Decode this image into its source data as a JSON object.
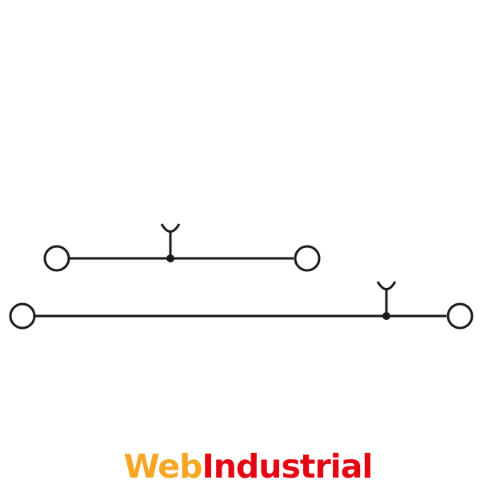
{
  "diagram": {
    "type": "terminal-block-schematic",
    "stroke_color": "#1a1a1a",
    "fill_color": "#ffffff"
  },
  "branding": {
    "logo_part1": "Web",
    "logo_part2": "Industrial",
    "color_part1": "#f5a623",
    "color_part2": "#e30613"
  }
}
